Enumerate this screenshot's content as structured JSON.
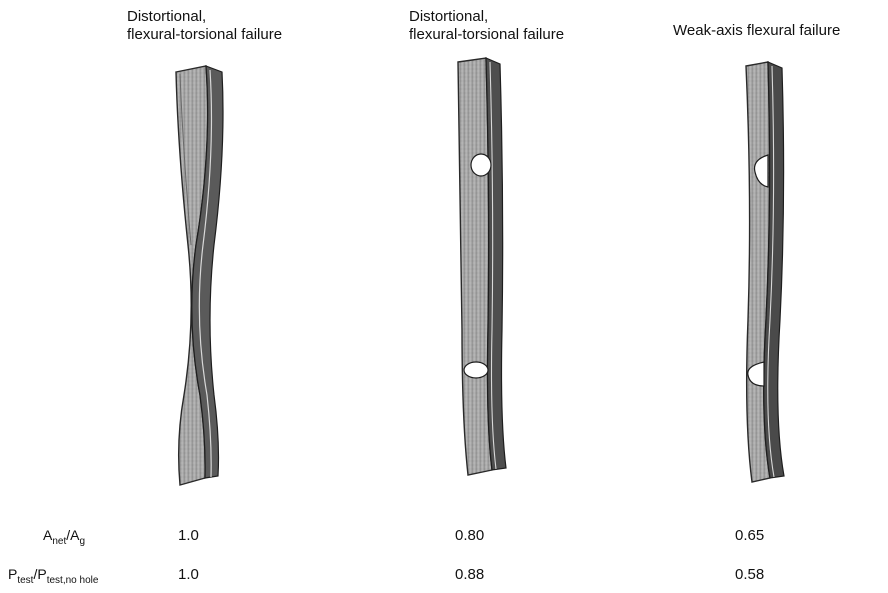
{
  "captions": [
    {
      "line1": "Distortional,",
      "line2": "flexural-torsional failure"
    },
    {
      "line1": "Distortional,",
      "line2": "flexural-torsional failure"
    },
    {
      "line1": "Weak-axis flexural failure",
      "line2": ""
    }
  ],
  "rows": [
    {
      "label": {
        "base": "A",
        "sub1": "net",
        "sep": "/",
        "base2": "A",
        "sub2": "g"
      },
      "values": [
        "1.0",
        "0.80",
        "0.65"
      ]
    },
    {
      "label": {
        "base": "P",
        "sub1": "test",
        "sep": "/",
        "base2": "P",
        "sub2": "test,no hole"
      },
      "values": [
        "1.0",
        "0.88",
        "0.58"
      ]
    }
  ],
  "colors": {
    "steel_face": "#a8a8a8",
    "steel_dark": "#3a3a3a",
    "steel_light": "#d6d6d6",
    "hole": "#ffffff"
  }
}
